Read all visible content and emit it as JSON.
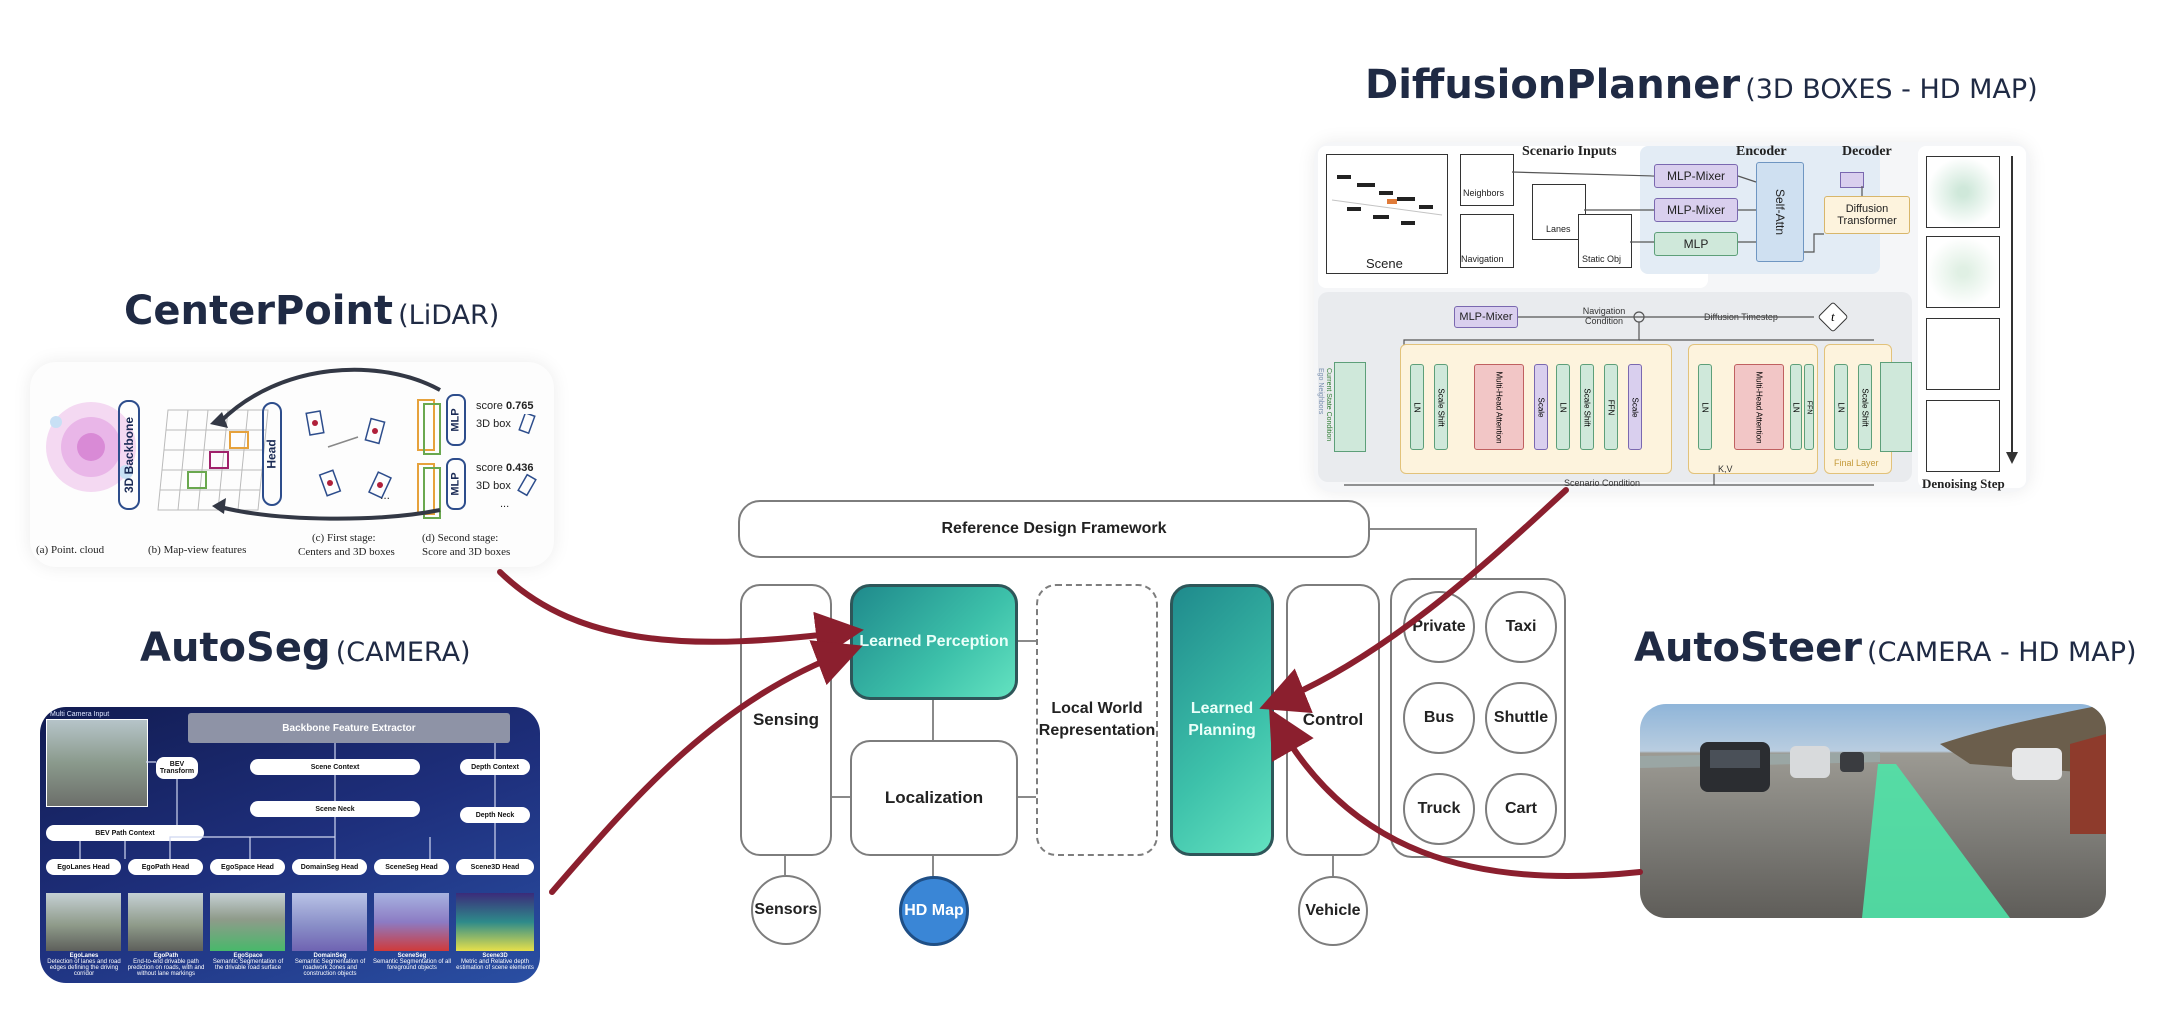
{
  "titles": {
    "centerpoint": {
      "name": "CenterPoint",
      "tag": "(LiDAR)"
    },
    "autoseg": {
      "name": "AutoSeg",
      "tag": "(CAMERA)"
    },
    "diffusionplanner": {
      "name": "DiffusionPlanner",
      "tag": "(3D BOXES - HD MAP)"
    },
    "autosteer": {
      "name": "AutoSteer",
      "tag": "(CAMERA - HD MAP)"
    }
  },
  "framework": {
    "header": "Reference Design Framework",
    "sensing": "Sensing",
    "learned_perception": "Learned Perception",
    "localization": "Localization",
    "local_world": "Local World Representation",
    "learned_planning": "Learned Planning",
    "control": "Control",
    "sensors": "Sensors",
    "hd_map": "HD Map",
    "vehicle": "Vehicle",
    "vehicle_types": [
      "Private",
      "Taxi",
      "Bus",
      "Shuttle",
      "Truck",
      "Cart"
    ]
  },
  "centerpoint_panel": {
    "backbone": "3D Backbone",
    "head": "Head",
    "mlp": "MLP",
    "score_label": "score",
    "score1": "0.765",
    "score2": "0.436",
    "box_label": "3D box",
    "ellipsis": "...",
    "captions": [
      "(a) Point. cloud",
      "(b) Map-view features",
      "(c) First stage:",
      "Centers and 3D boxes",
      "(d) Second stage:",
      "Score and 3D boxes"
    ]
  },
  "autoseg_panel": {
    "input": "Multi Camera Input",
    "backbone": "Backbone Feature Extractor",
    "bev": "BEV Transform",
    "scene_context": "Scene Context",
    "scene_neck": "Scene Neck",
    "depth_context": "Depth Context",
    "depth_neck": "Depth Neck",
    "bev_path": "BEV Path Context",
    "heads": [
      "EgoLanes Head",
      "EgoPath Head",
      "EgoSpace Head",
      "DomainSeg Head",
      "SceneSeg Head",
      "Scene3D Head"
    ],
    "outputs": [
      {
        "name": "EgoLanes",
        "desc": "Detection of lanes and road edges defining the driving corridor"
      },
      {
        "name": "EgoPath",
        "desc": "End-to-end drivable path prediction on roads, with and without lane markings"
      },
      {
        "name": "EgoSpace",
        "desc": "Semantic Segmentation of the drivable road surface"
      },
      {
        "name": "DomainSeg",
        "desc": "Semantic Segmentation of roadwork zones and construction objects"
      },
      {
        "name": "SceneSeg",
        "desc": "Semantic Segmentation of all foreground objects"
      },
      {
        "name": "Scene3D",
        "desc": "Metric and Relative depth estimation of scene elements"
      }
    ]
  },
  "diffusion_panel": {
    "scenario_inputs": "Scenario Inputs",
    "encoder": "Encoder",
    "decoder": "Decoder",
    "scene": "Scene",
    "neighbors": "Neighbors",
    "lanes": "Lanes",
    "navigation": "Navigation",
    "static_obj": "Static Obj",
    "mlp_mixer": "MLP-Mixer",
    "mlp": "MLP",
    "self_attn": "Self-Attn",
    "diffusion_transformer": "Diffusion Transformer",
    "nav_condition": "Navigation Condition",
    "diffusion_timestep": "Diffusion Timestep",
    "t_symbol": "t",
    "ln": "LN",
    "scale_shift": "Scale Shift",
    "mha": "Multi-Head Attention",
    "scale": "Scale",
    "ffn": "FFN",
    "final_layer": "Final Layer",
    "scenario_condition": "Scenario Condition",
    "kv": "K,V",
    "neighbors_side": "Neighbors",
    "ego": "Ego",
    "current_state": "Current State Condition",
    "denoising_step": "Denoising Step"
  },
  "colors": {
    "arrow": "#8b1f2e",
    "teal_dark": "#1f8a8c",
    "teal_light": "#63e2c0",
    "hd_map_blue": "#3a86d6",
    "title_navy": "#1f2a44",
    "autoseg_bg": "#1a2a6b"
  }
}
